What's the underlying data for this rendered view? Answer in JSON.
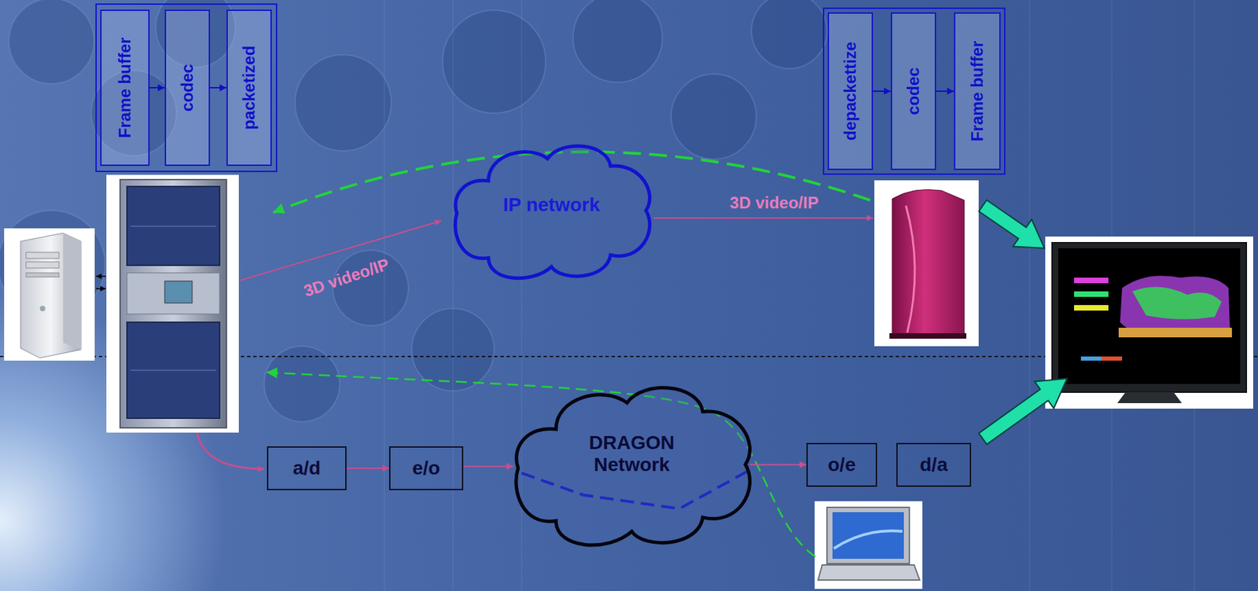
{
  "diagram": {
    "nodes": [
      {
        "text": [
          "Frame buffer"
        ]
      },
      {
        "text": [
          "codec"
        ]
      },
      {
        "text": [
          "packetized"
        ]
      },
      {
        "text": [
          "IP network"
        ]
      },
      {
        "text": [
          "depackettize"
        ]
      },
      {
        "text": [
          "codec"
        ]
      },
      {
        "text": [
          "Frame buffer"
        ]
      },
      {
        "text": [
          "a/d"
        ]
      },
      {
        "text": [
          "e/o"
        ]
      },
      {
        "text": [
          "DRAGON Network"
        ]
      },
      {
        "text": [
          "o/e"
        ]
      },
      {
        "text": [
          "d/a"
        ]
      }
    ],
    "edges": [
      {
        "from": 0,
        "to": 1,
        "arrow": "to"
      },
      {
        "from": 1,
        "to": 2,
        "arrow": "to"
      },
      {
        "from": 4,
        "to": 5,
        "arrow": "to"
      },
      {
        "from": 5,
        "to": 6,
        "arrow": "to"
      },
      {
        "from": 7,
        "to": 8,
        "arrow": "to"
      },
      {
        "from": 8,
        "to": 9,
        "arrow": "to"
      },
      {
        "from": 9,
        "to": 10,
        "arrow": "to"
      }
    ],
    "labels": [
      "3D video/IP",
      "3D video/IP"
    ]
  }
}
